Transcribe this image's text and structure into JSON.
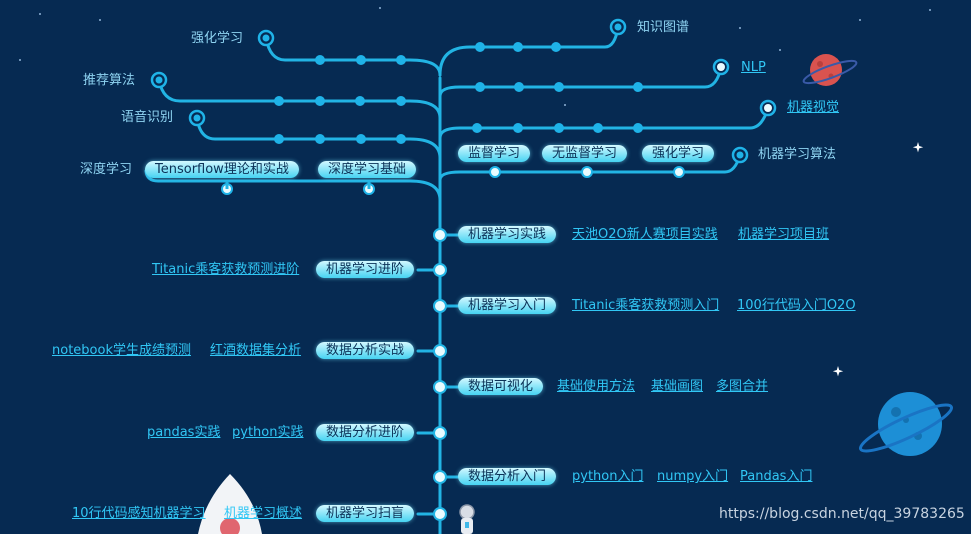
{
  "colors": {
    "background": "#062a52",
    "line": "#22b4e4",
    "node": "#1fb3e8",
    "link": "#31c7f5",
    "label": "#8fd4f2",
    "pill_top": "#d2f8ff",
    "pill_bottom": "#46d3f2"
  },
  "top_branches": {
    "qianghua": "强化学习",
    "zhishi_tupu": "知识图谱",
    "tuijian": "推荐算法",
    "nlp": "NLP",
    "yuyin": "语音识别",
    "jiqi_shijue": "机器视觉",
    "shendu": "深度学习",
    "jiqi_suanfa": "机器学习算法"
  },
  "shendu_pills": [
    "Tensorflow理论和实战",
    "深度学习基础"
  ],
  "suanfa_pills": [
    "监督学习",
    "无监督学习",
    "强化学习"
  ],
  "sections": {
    "ml_practice": {
      "pill": "机器学习实践",
      "links": [
        "天池O2O新人赛项目实践",
        "机器学习项目班"
      ]
    },
    "ml_advanced": {
      "pill": "机器学习进阶",
      "links": [
        "Titanic乘客获救预测进阶"
      ]
    },
    "ml_intro": {
      "pill": "机器学习入门",
      "links": [
        "Titanic乘客获救预测入门",
        "100行代码入门O2O"
      ]
    },
    "da_practice": {
      "pill": "数据分析实战",
      "links": [
        "notebook学生成绩预测",
        "红酒数据集分析"
      ]
    },
    "visualization": {
      "pill": "数据可视化",
      "links": [
        "基础使用方法",
        "基础画图",
        "多图合并"
      ]
    },
    "da_advanced": {
      "pill": "数据分析进阶",
      "links": [
        "pandas实践",
        "python实践"
      ]
    },
    "da_intro": {
      "pill": "数据分析入门",
      "links": [
        "python入门",
        "numpy入门",
        "Pandas入门"
      ]
    },
    "ml_scan": {
      "pill": "机器学习扫盲",
      "links": [
        "10行代码感知机器学习",
        "机器学习概述"
      ]
    }
  },
  "watermark": "https://blog.csdn.net/qq_39783265"
}
